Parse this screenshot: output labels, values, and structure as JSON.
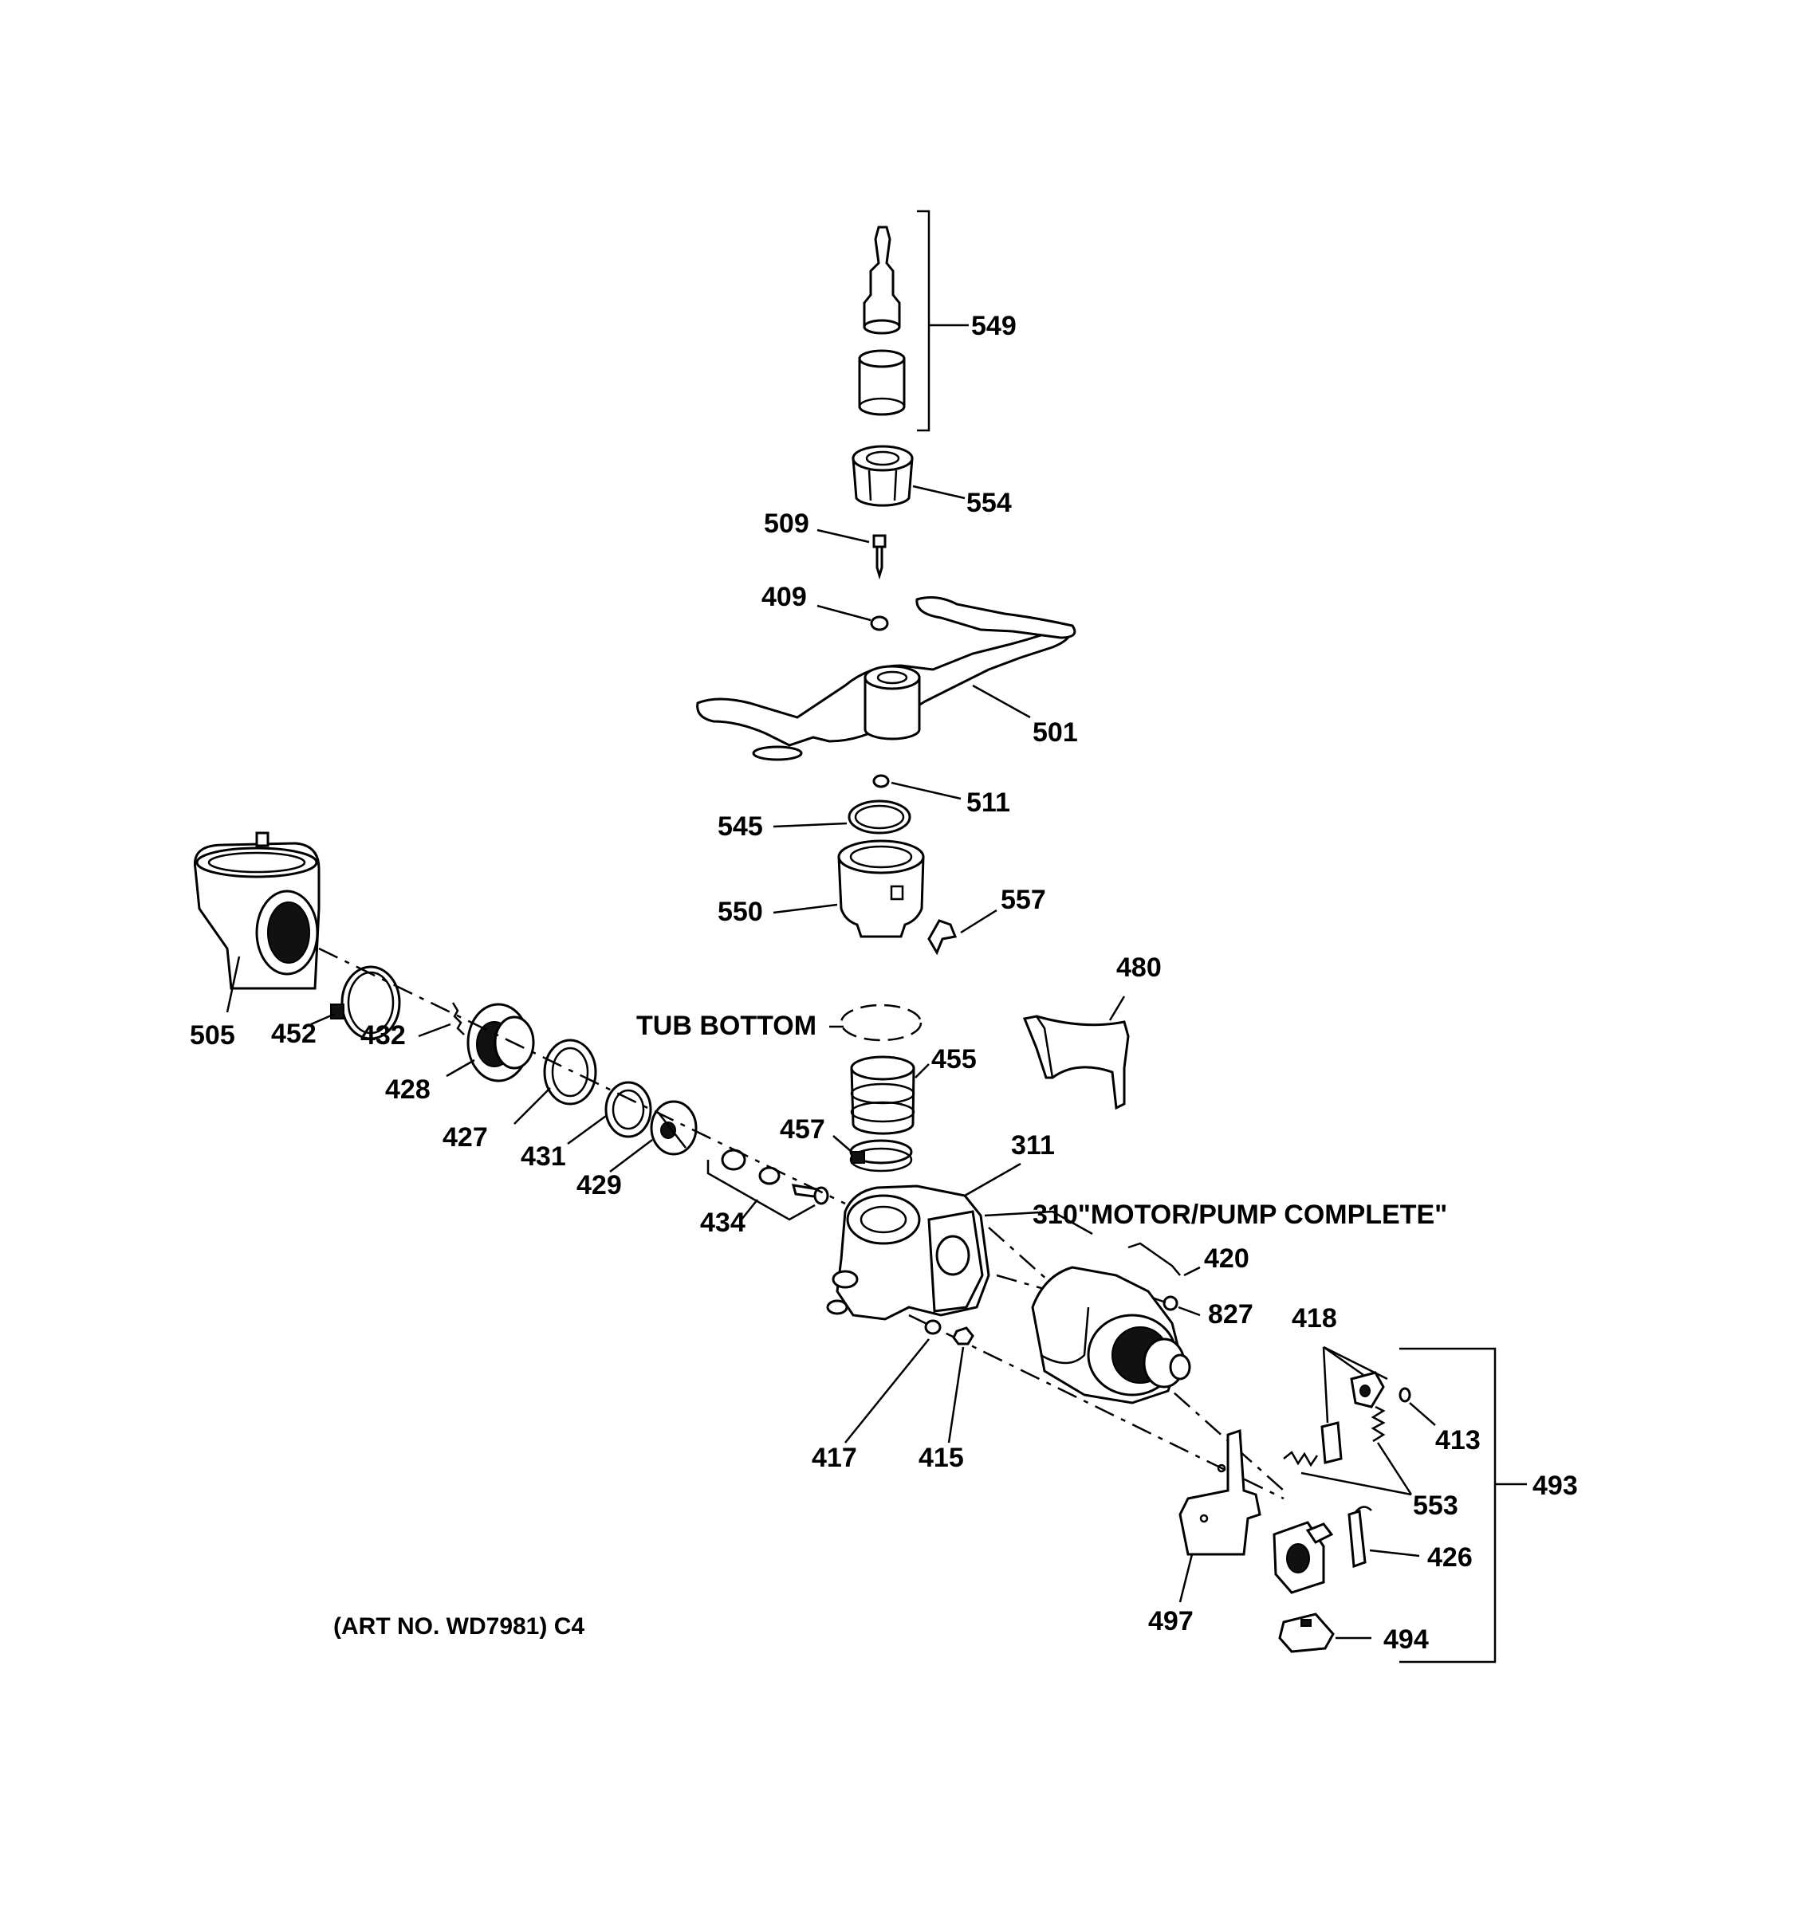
{
  "diagram": {
    "art_number": "(ART NO. WD7981) C4",
    "tub_bottom_label": "TUB BOTTOM",
    "assembly_label": "310\"MOTOR/PUMP COMPLETE\"",
    "parts": [
      {
        "key": "p549",
        "text": "549"
      },
      {
        "key": "p554",
        "text": "554"
      },
      {
        "key": "p509",
        "text": "509"
      },
      {
        "key": "p409",
        "text": "409"
      },
      {
        "key": "p501",
        "text": "501"
      },
      {
        "key": "p511",
        "text": "511"
      },
      {
        "key": "p545",
        "text": "545"
      },
      {
        "key": "p550",
        "text": "550"
      },
      {
        "key": "p557",
        "text": "557"
      },
      {
        "key": "p480",
        "text": "480"
      },
      {
        "key": "p505",
        "text": "505"
      },
      {
        "key": "p452",
        "text": "452"
      },
      {
        "key": "p432",
        "text": "432"
      },
      {
        "key": "p428",
        "text": "428"
      },
      {
        "key": "p427",
        "text": "427"
      },
      {
        "key": "p431",
        "text": "431"
      },
      {
        "key": "p429",
        "text": "429"
      },
      {
        "key": "p434",
        "text": "434"
      },
      {
        "key": "p455",
        "text": "455"
      },
      {
        "key": "p457",
        "text": "457"
      },
      {
        "key": "p311",
        "text": "311"
      },
      {
        "key": "p420",
        "text": "420"
      },
      {
        "key": "p827",
        "text": "827"
      },
      {
        "key": "p418",
        "text": "418"
      },
      {
        "key": "p413",
        "text": "413"
      },
      {
        "key": "p553",
        "text": "553"
      },
      {
        "key": "p493",
        "text": "493"
      },
      {
        "key": "p426",
        "text": "426"
      },
      {
        "key": "p417",
        "text": "417"
      },
      {
        "key": "p415",
        "text": "415"
      },
      {
        "key": "p497",
        "text": "497"
      },
      {
        "key": "p494",
        "text": "494"
      }
    ]
  }
}
